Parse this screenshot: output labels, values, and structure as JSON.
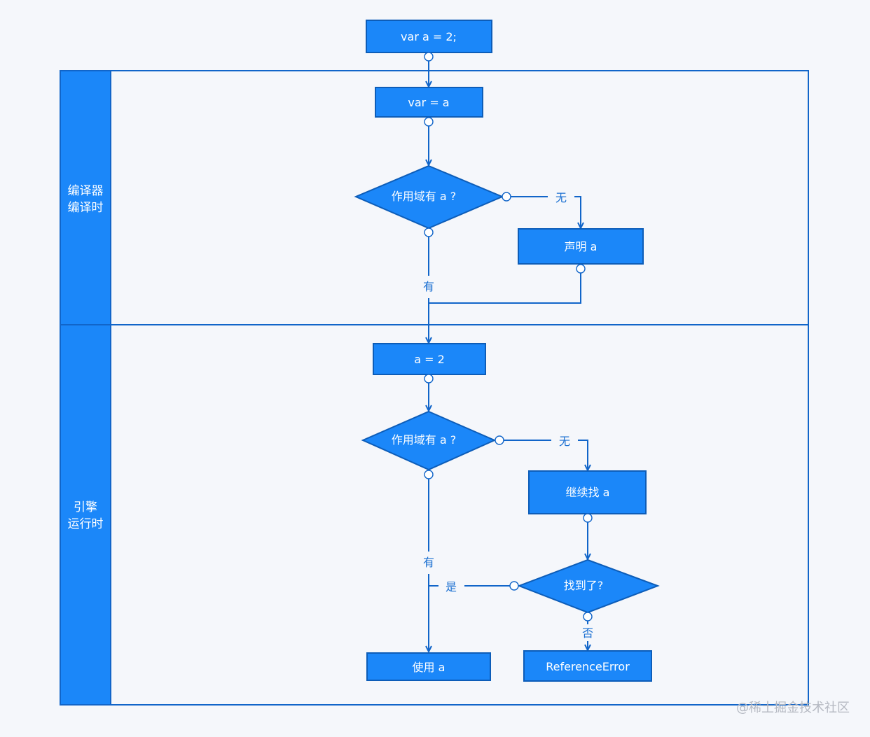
{
  "colors": {
    "node_fill": "#1b87f9",
    "node_stroke": "#0d5db8",
    "lane_fill": "#1b87f9",
    "line": "#1165c9",
    "label_text": "#1a6fd1",
    "background": "#f5f7fb"
  },
  "lanes": {
    "compile": {
      "label_line1": "编译器",
      "label_line2": "编译时"
    },
    "runtime": {
      "label_line1": "引擎",
      "label_line2": "运行时"
    }
  },
  "nodes": {
    "start": "var a = 2;",
    "declare_var": "var = a",
    "scope_check_compile": "作用域有 a ?",
    "declare_a": "声明 a",
    "assign": "a = 2",
    "scope_check_runtime": "作用域有 a ?",
    "keep_looking": "继续找 a",
    "found_check": "找到了?",
    "use_a": "使用 a",
    "reference_error": "ReferenceError"
  },
  "edge_labels": {
    "compile_no": "无",
    "compile_yes": "有",
    "runtime_no": "无",
    "runtime_yes": "有",
    "found_yes": "是",
    "found_no": "否"
  },
  "watermark": "@稀土掘金技术社区"
}
